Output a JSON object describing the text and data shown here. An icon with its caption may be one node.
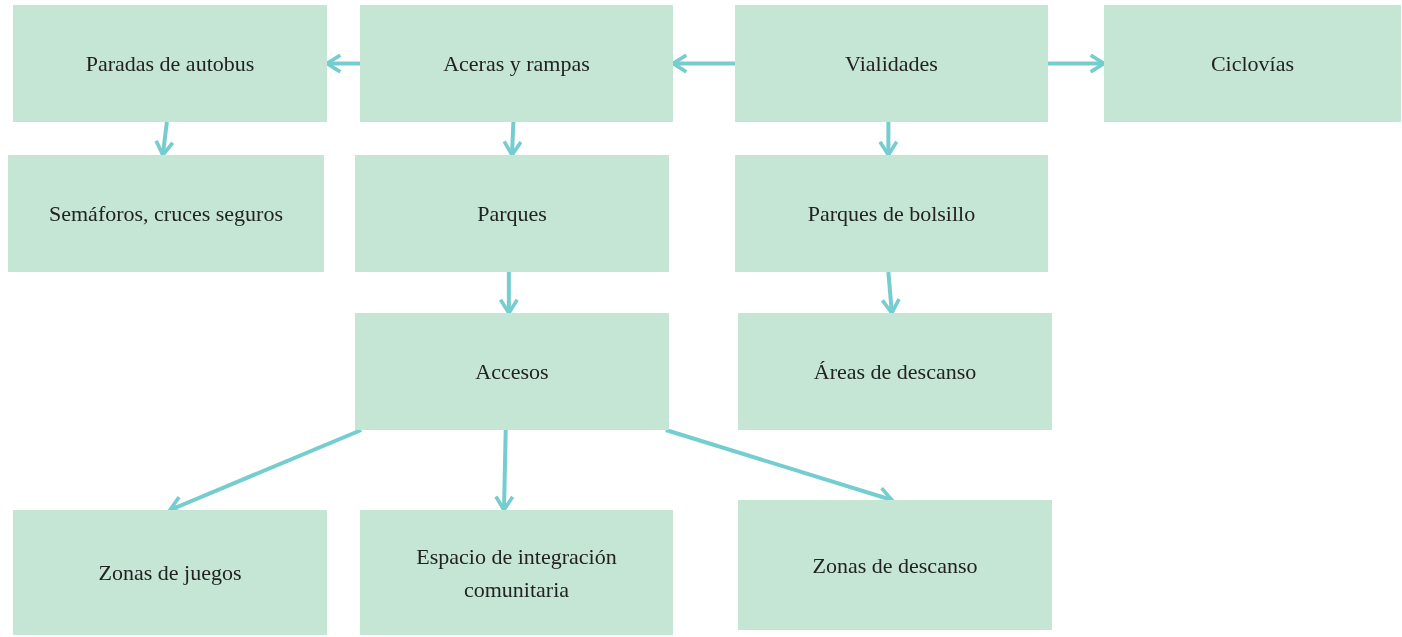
{
  "diagram": {
    "nodes": [
      {
        "text": [
          "Paradas de autobus"
        ]
      },
      {
        "text": [
          "Aceras y rampas"
        ]
      },
      {
        "text": [
          "Vialidades"
        ]
      },
      {
        "text": [
          "Ciclovías"
        ]
      },
      {
        "text": [
          "Semáforos, cruces seguros"
        ]
      },
      {
        "text": [
          "Parques"
        ]
      },
      {
        "text": [
          "Parques de bolsillo"
        ]
      },
      {
        "text": [
          "Accesos"
        ]
      },
      {
        "text": [
          "Áreas de descanso"
        ]
      },
      {
        "text": [
          "Zonas de juegos"
        ]
      },
      {
        "text": [
          "Espacio de integración comunitaria"
        ]
      },
      {
        "text": [
          "Zonas de descanso"
        ]
      }
    ],
    "edges": [
      {
        "from": 1,
        "to": 0,
        "arrow": "to"
      },
      {
        "from": 2,
        "to": 1,
        "arrow": "to"
      },
      {
        "from": 2,
        "to": 3,
        "arrow": "to"
      },
      {
        "from": 0,
        "to": 4,
        "arrow": "to"
      },
      {
        "from": 1,
        "to": 5,
        "arrow": "to"
      },
      {
        "from": 2,
        "to": 6,
        "arrow": "to"
      },
      {
        "from": 5,
        "to": 7,
        "arrow": "to"
      },
      {
        "from": 6,
        "to": 8,
        "arrow": "to"
      },
      {
        "from": 7,
        "to": 9,
        "arrow": "to"
      },
      {
        "from": 7,
        "to": 10,
        "arrow": "to"
      },
      {
        "from": 7,
        "to": 11,
        "arrow": "to"
      }
    ]
  }
}
